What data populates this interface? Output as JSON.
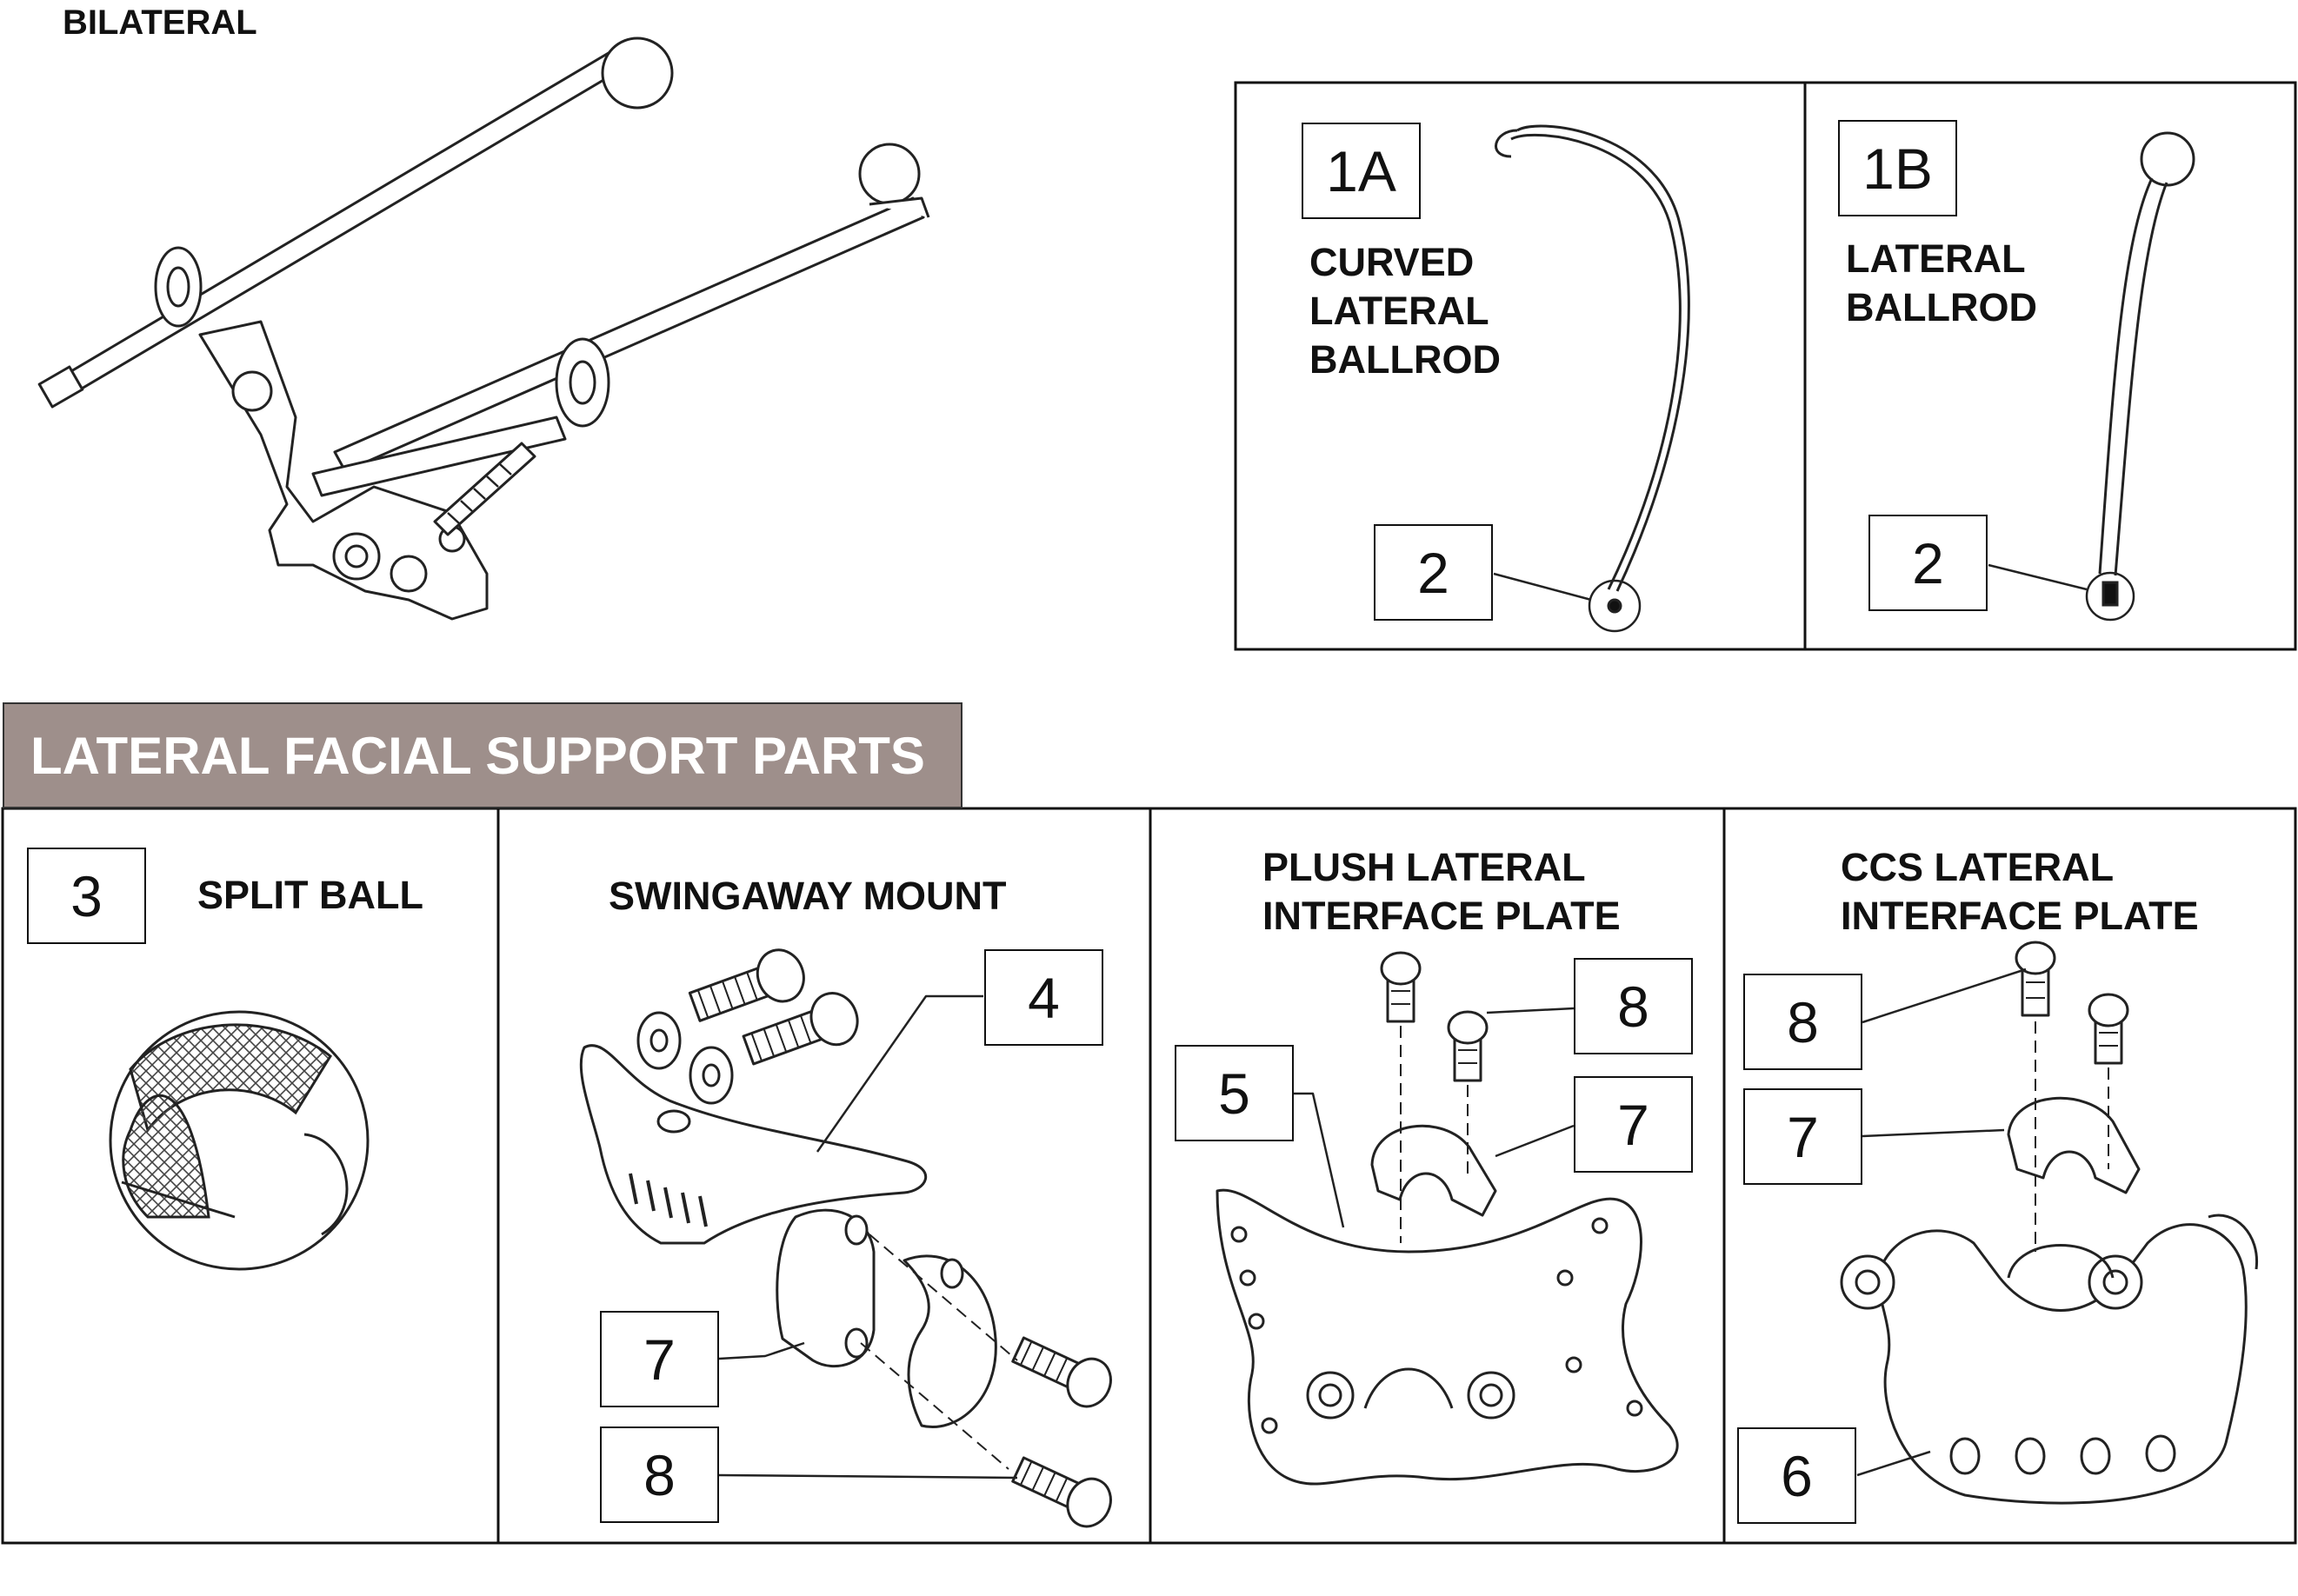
{
  "diagram": {
    "bilateral_title": "BILATERAL",
    "section_title": "LATERAL FACIAL SUPPORT PARTS",
    "callouts": {
      "c1a": "1A",
      "c1b": "1B",
      "c2a": "2",
      "c2b": "2",
      "c3": "3",
      "c4": "4",
      "c7a": "7",
      "c8a": "8",
      "c5": "5",
      "c8b": "8",
      "c7b": "7",
      "c8c": "8",
      "c7c": "7",
      "c6": "6"
    },
    "labels": {
      "curved": [
        "CURVED",
        "LATERAL",
        "BALLROD"
      ],
      "ballrod": [
        "LATERAL",
        "BALLROD"
      ],
      "split_ball": "SPLIT BALL",
      "swingaway": "SWINGAWAY MOUNT",
      "plush": [
        "PLUSH LATERAL",
        "INTERFACE PLATE"
      ],
      "ccs": [
        "CCS LATERAL",
        "INTERFACE PLATE"
      ]
    }
  }
}
